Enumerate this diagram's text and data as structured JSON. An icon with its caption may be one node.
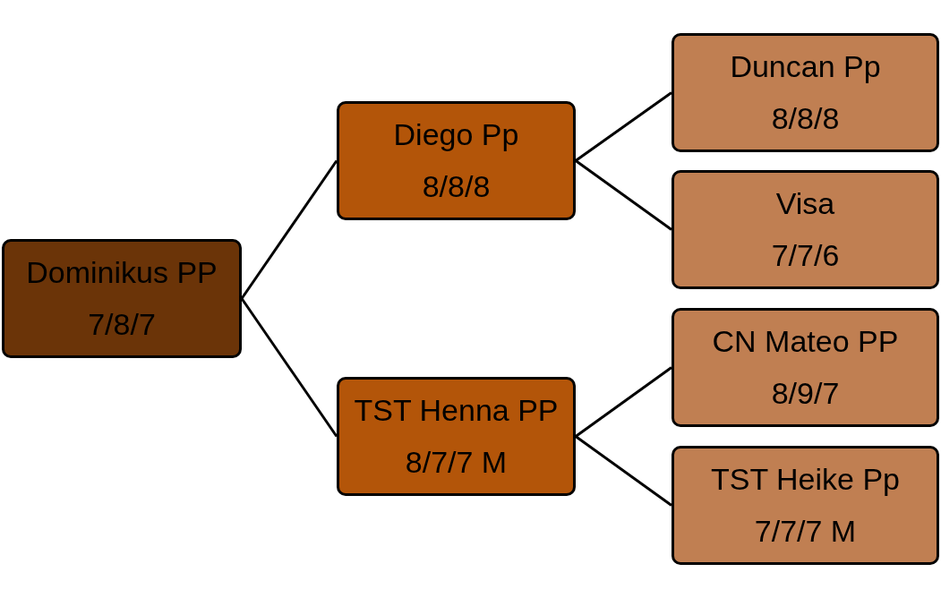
{
  "diagram": {
    "nodes": [
      {
        "text": [
          "Dominikus PP",
          "7/8/7"
        ]
      },
      {
        "text": [
          "Diego Pp",
          "8/8/8"
        ]
      },
      {
        "text": [
          "TST Henna PP",
          "8/7/7 M"
        ]
      },
      {
        "text": [
          "Duncan Pp",
          "8/8/8"
        ]
      },
      {
        "text": [
          "Visa",
          "7/7/6"
        ]
      },
      {
        "text": [
          "CN Mateo PP",
          "8/9/7"
        ]
      },
      {
        "text": [
          "TST Heike Pp",
          "7/7/7 M"
        ]
      }
    ],
    "edges": [
      {
        "from": 0,
        "to": 1,
        "arrow": "none"
      },
      {
        "from": 0,
        "to": 2,
        "arrow": "none"
      },
      {
        "from": 1,
        "to": 3,
        "arrow": "none"
      },
      {
        "from": 1,
        "to": 4,
        "arrow": "none"
      },
      {
        "from": 2,
        "to": 5,
        "arrow": "none"
      },
      {
        "from": 2,
        "to": 6,
        "arrow": "none"
      }
    ]
  }
}
